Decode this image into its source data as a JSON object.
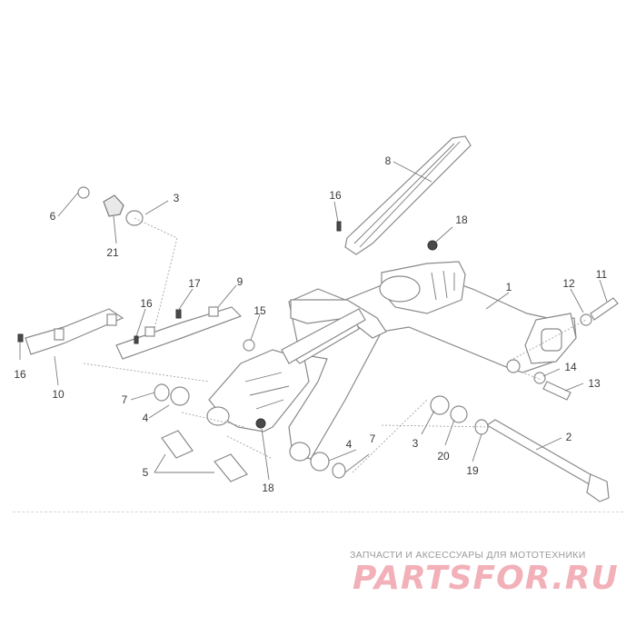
{
  "diagram": {
    "callouts": [
      {
        "id": "1",
        "label": "1"
      },
      {
        "id": "2",
        "label": "2"
      },
      {
        "id": "3a",
        "label": "3"
      },
      {
        "id": "3b",
        "label": "3"
      },
      {
        "id": "4a",
        "label": "4"
      },
      {
        "id": "4b",
        "label": "4"
      },
      {
        "id": "5",
        "label": "5"
      },
      {
        "id": "6",
        "label": "6"
      },
      {
        "id": "7a",
        "label": "7"
      },
      {
        "id": "7b",
        "label": "7"
      },
      {
        "id": "8",
        "label": "8"
      },
      {
        "id": "9",
        "label": "9"
      },
      {
        "id": "10",
        "label": "10"
      },
      {
        "id": "11",
        "label": "11"
      },
      {
        "id": "12",
        "label": "12"
      },
      {
        "id": "13",
        "label": "13"
      },
      {
        "id": "14",
        "label": "14"
      },
      {
        "id": "15",
        "label": "15"
      },
      {
        "id": "16a",
        "label": "16"
      },
      {
        "id": "16b",
        "label": "16"
      },
      {
        "id": "16c",
        "label": "16"
      },
      {
        "id": "17",
        "label": "17"
      },
      {
        "id": "18a",
        "label": "18"
      },
      {
        "id": "18b",
        "label": "18"
      },
      {
        "id": "19",
        "label": "19"
      },
      {
        "id": "20",
        "label": "20"
      },
      {
        "id": "21",
        "label": "21"
      }
    ]
  },
  "footer": {
    "caption": "ЗАПЧАСТИ И АКСЕССУАРЫ ДЛЯ МОТОТЕХНИКИ",
    "logo": "PARTSFOR.RU",
    "logo_color": "#f2b0b8"
  }
}
